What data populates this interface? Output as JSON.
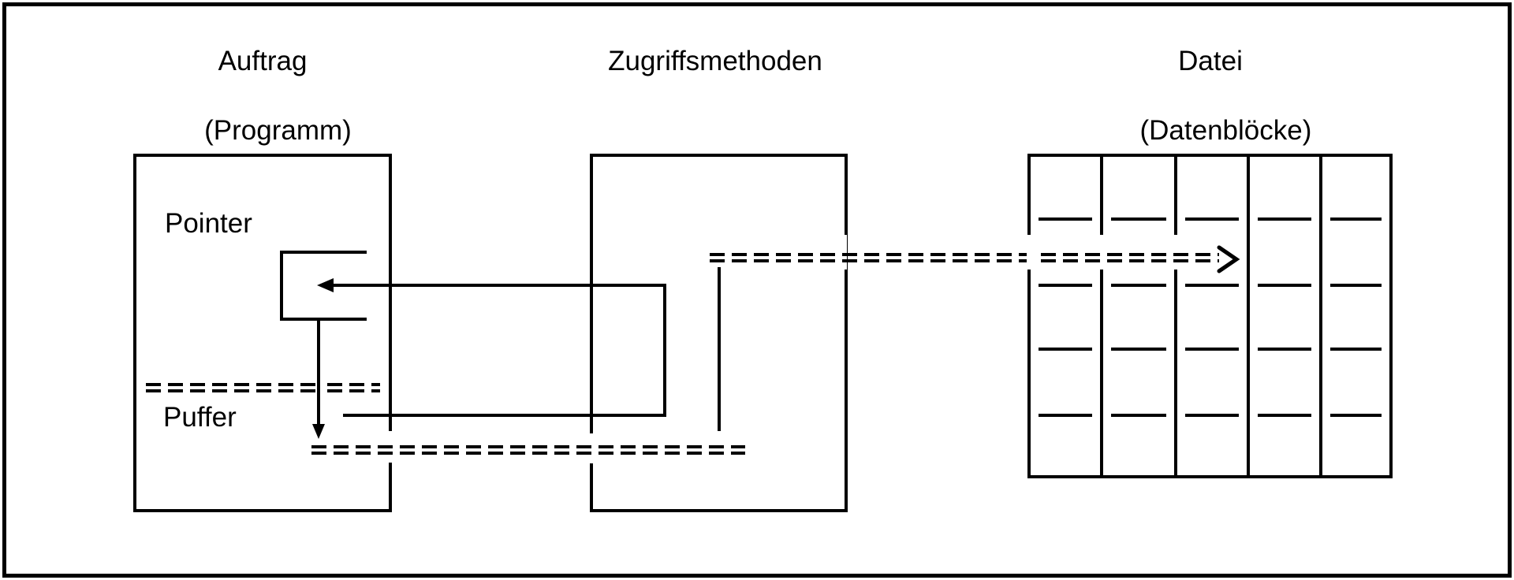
{
  "diagram": {
    "columns": {
      "program": {
        "title_line1": "Auftrag",
        "title_line2": "(Programm)"
      },
      "access": {
        "title_line1": "Zugriffsmethoden"
      },
      "file": {
        "title_line1": "Datei",
        "title_line2": "(Datenblöcke)"
      }
    },
    "program_box": {
      "pointer_label": "Pointer",
      "buffer_label": "Puffer"
    },
    "file_grid": {
      "columns": 5,
      "block_separators_per_column": 4
    },
    "colors": {
      "line": "#000000",
      "background": "#ffffff"
    }
  }
}
